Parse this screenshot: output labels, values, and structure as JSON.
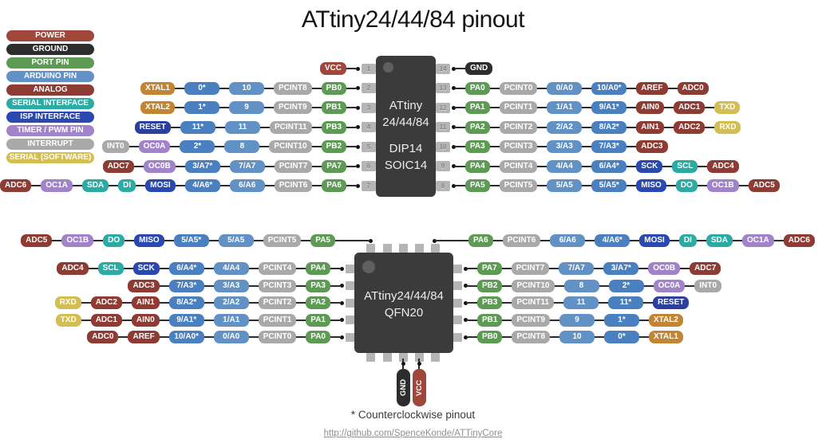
{
  "title": "ATtiny24/44/84 pinout",
  "colors": {
    "power": "#a0463a",
    "ground": "#2d2d2d",
    "port": "#5d9b55",
    "arduino": "#6191c5",
    "arduino_ccw": "#4a80c0",
    "analog": "#8e3b33",
    "serial": "#2caaa4",
    "isp": "#2a49b0",
    "reset": "#2c3f9f",
    "timer": "#a183c9",
    "interrupt": "#a9a9a9",
    "softserial": "#d2be52",
    "xtal": "#c28534",
    "chip_body": "#3b3b3b",
    "pin_stub": "#b5b5b5",
    "wire": "#2b2b2b"
  },
  "legend": [
    {
      "label": "POWER",
      "color": "power"
    },
    {
      "label": "GROUND",
      "color": "ground"
    },
    {
      "label": "PORT PIN",
      "color": "port"
    },
    {
      "label": "ARDUINO PIN",
      "color": "arduino"
    },
    {
      "label": "ANALOG",
      "color": "analog"
    },
    {
      "label": "SERIAL INTERFACE",
      "color": "serial"
    },
    {
      "label": "ISP INTERFACE",
      "color": "isp"
    },
    {
      "label": "TIMER / PWM PIN",
      "color": "timer"
    },
    {
      "label": "INTERRUPT",
      "color": "interrupt"
    },
    {
      "label": "SERIAL (SOFTWARE)",
      "color": "softserial"
    }
  ],
  "dip": {
    "line1": "ATtiny",
    "line2": "24/44/84",
    "line3": "DIP14",
    "line4": "SOIC14",
    "left_pins": [
      "1",
      "2",
      "3",
      "4",
      "5",
      "6",
      "7"
    ],
    "right_pins": [
      "14",
      "13",
      "12",
      "11",
      "10",
      "9",
      "8"
    ],
    "left_rows": [
      [
        {
          "t": "VCC",
          "c": "power"
        }
      ],
      [
        {
          "t": "XTAL1",
          "c": "xtal"
        },
        {
          "t": "0*",
          "c": "arduino_ccw"
        },
        {
          "t": "10",
          "c": "arduino"
        },
        {
          "t": "PCINT8",
          "c": "interrupt"
        },
        {
          "t": "PB0",
          "c": "port"
        }
      ],
      [
        {
          "t": "XTAL2",
          "c": "xtal"
        },
        {
          "t": "1*",
          "c": "arduino_ccw"
        },
        {
          "t": "9",
          "c": "arduino"
        },
        {
          "t": "PCINT9",
          "c": "interrupt"
        },
        {
          "t": "PB1",
          "c": "port"
        }
      ],
      [
        {
          "t": "RESET",
          "c": "reset"
        },
        {
          "t": "11*",
          "c": "arduino_ccw"
        },
        {
          "t": "11",
          "c": "arduino"
        },
        {
          "t": "PCINT11",
          "c": "interrupt"
        },
        {
          "t": "PB3",
          "c": "port"
        }
      ],
      [
        {
          "t": "INT0",
          "c": "interrupt"
        },
        {
          "t": "OC0A",
          "c": "timer"
        },
        {
          "t": "2*",
          "c": "arduino_ccw"
        },
        {
          "t": "8",
          "c": "arduino"
        },
        {
          "t": "PCINT10",
          "c": "interrupt"
        },
        {
          "t": "PB2",
          "c": "port"
        }
      ],
      [
        {
          "t": "ADC7",
          "c": "analog"
        },
        {
          "t": "OC0B",
          "c": "timer"
        },
        {
          "t": "3/A7*",
          "c": "arduino_ccw"
        },
        {
          "t": "7/A7",
          "c": "arduino"
        },
        {
          "t": "PCINT7",
          "c": "interrupt"
        },
        {
          "t": "PA7",
          "c": "port"
        }
      ],
      [
        {
          "t": "ADC6",
          "c": "analog"
        },
        {
          "t": "OC1A",
          "c": "timer"
        },
        {
          "t": "SDA",
          "c": "serial"
        },
        {
          "t": "DI",
          "c": "serial"
        },
        {
          "t": "MOSI",
          "c": "isp"
        },
        {
          "t": "4/A6*",
          "c": "arduino_ccw"
        },
        {
          "t": "6/A6",
          "c": "arduino"
        },
        {
          "t": "PCINT6",
          "c": "interrupt"
        },
        {
          "t": "PA6",
          "c": "port"
        }
      ]
    ],
    "right_rows": [
      [
        {
          "t": "GND",
          "c": "ground"
        }
      ],
      [
        {
          "t": "PA0",
          "c": "port"
        },
        {
          "t": "PCINT0",
          "c": "interrupt"
        },
        {
          "t": "0/A0",
          "c": "arduino"
        },
        {
          "t": "10/A0*",
          "c": "arduino_ccw"
        },
        {
          "t": "AREF",
          "c": "analog"
        },
        {
          "t": "ADC0",
          "c": "analog"
        }
      ],
      [
        {
          "t": "PA1",
          "c": "port"
        },
        {
          "t": "PCINT1",
          "c": "interrupt"
        },
        {
          "t": "1/A1",
          "c": "arduino"
        },
        {
          "t": "9/A1*",
          "c": "arduino_ccw"
        },
        {
          "t": "AIN0",
          "c": "analog"
        },
        {
          "t": "ADC1",
          "c": "analog"
        },
        {
          "t": "TXD",
          "c": "softserial"
        }
      ],
      [
        {
          "t": "PA2",
          "c": "port"
        },
        {
          "t": "PCINT2",
          "c": "interrupt"
        },
        {
          "t": "2/A2",
          "c": "arduino"
        },
        {
          "t": "8/A2*",
          "c": "arduino_ccw"
        },
        {
          "t": "AIN1",
          "c": "analog"
        },
        {
          "t": "ADC2",
          "c": "analog"
        },
        {
          "t": "RXD",
          "c": "softserial"
        }
      ],
      [
        {
          "t": "PA3",
          "c": "port"
        },
        {
          "t": "PCINT3",
          "c": "interrupt"
        },
        {
          "t": "3/A3",
          "c": "arduino"
        },
        {
          "t": "7/A3*",
          "c": "arduino_ccw"
        },
        {
          "t": "ADC3",
          "c": "analog"
        }
      ],
      [
        {
          "t": "PA4",
          "c": "port"
        },
        {
          "t": "PCINT4",
          "c": "interrupt"
        },
        {
          "t": "4/A4",
          "c": "arduino"
        },
        {
          "t": "6/A4*",
          "c": "arduino_ccw"
        },
        {
          "t": "SCK",
          "c": "isp"
        },
        {
          "t": "SCL",
          "c": "serial"
        },
        {
          "t": "ADC4",
          "c": "analog"
        }
      ],
      [
        {
          "t": "PA5",
          "c": "port"
        },
        {
          "t": "PCINT5",
          "c": "interrupt"
        },
        {
          "t": "5/A5",
          "c": "arduino"
        },
        {
          "t": "5/A5*",
          "c": "arduino_ccw"
        },
        {
          "t": "MISO",
          "c": "isp"
        },
        {
          "t": "DO",
          "c": "serial"
        },
        {
          "t": "OC1B",
          "c": "timer"
        },
        {
          "t": "ADC5",
          "c": "analog"
        }
      ]
    ]
  },
  "qfn": {
    "line1": "ATtiny24/44/84",
    "line2": "QFN20",
    "left_rows": [
      [
        {
          "t": "ADC5",
          "c": "analog"
        },
        {
          "t": "OC1B",
          "c": "timer"
        },
        {
          "t": "DO",
          "c": "serial"
        },
        {
          "t": "MISO",
          "c": "isp"
        },
        {
          "t": "5/A5*",
          "c": "arduino_ccw"
        },
        {
          "t": "5/A5",
          "c": "arduino"
        },
        {
          "t": "PCINT5",
          "c": "interrupt"
        },
        {
          "t": "PA5",
          "c": "port"
        }
      ],
      [
        {
          "t": "ADC4",
          "c": "analog"
        },
        {
          "t": "SCL",
          "c": "serial"
        },
        {
          "t": "SCK",
          "c": "isp"
        },
        {
          "t": "6/A4*",
          "c": "arduino_ccw"
        },
        {
          "t": "4/A4",
          "c": "arduino"
        },
        {
          "t": "PCINT4",
          "c": "interrupt"
        },
        {
          "t": "PA4",
          "c": "port"
        }
      ],
      [
        {
          "t": "ADC3",
          "c": "analog"
        },
        {
          "t": "7/A3*",
          "c": "arduino_ccw"
        },
        {
          "t": "3/A3",
          "c": "arduino"
        },
        {
          "t": "PCINT3",
          "c": "interrupt"
        },
        {
          "t": "PA3",
          "c": "port"
        }
      ],
      [
        {
          "t": "RXD",
          "c": "softserial"
        },
        {
          "t": "ADC2",
          "c": "analog"
        },
        {
          "t": "AIN1",
          "c": "analog"
        },
        {
          "t": "8/A2*",
          "c": "arduino_ccw"
        },
        {
          "t": "2/A2",
          "c": "arduino"
        },
        {
          "t": "PCINT2",
          "c": "interrupt"
        },
        {
          "t": "PA2",
          "c": "port"
        }
      ],
      [
        {
          "t": "TXD",
          "c": "softserial"
        },
        {
          "t": "ADC1",
          "c": "analog"
        },
        {
          "t": "AIN0",
          "c": "analog"
        },
        {
          "t": "9/A1*",
          "c": "arduino_ccw"
        },
        {
          "t": "1/A1",
          "c": "arduino"
        },
        {
          "t": "PCINT1",
          "c": "interrupt"
        },
        {
          "t": "PA1",
          "c": "port"
        }
      ],
      [
        {
          "t": "ADC0",
          "c": "analog"
        },
        {
          "t": "AREF",
          "c": "analog"
        },
        {
          "t": "10/A0*",
          "c": "arduino_ccw"
        },
        {
          "t": "0/A0",
          "c": "arduino"
        },
        {
          "t": "PCINT0",
          "c": "interrupt"
        },
        {
          "t": "PA0",
          "c": "port"
        }
      ]
    ],
    "right_rows": [
      [
        {
          "t": "PA6",
          "c": "port"
        },
        {
          "t": "PCINT6",
          "c": "interrupt"
        },
        {
          "t": "6/A6",
          "c": "arduino"
        },
        {
          "t": "4/A6*",
          "c": "arduino_ccw"
        },
        {
          "t": "MOSI",
          "c": "isp"
        },
        {
          "t": "DI",
          "c": "serial"
        },
        {
          "t": "SDA",
          "c": "serial"
        },
        {
          "t": "OC1A",
          "c": "timer"
        },
        {
          "t": "ADC6",
          "c": "analog"
        }
      ],
      [
        {
          "t": "PA7",
          "c": "port"
        },
        {
          "t": "PCINT7",
          "c": "interrupt"
        },
        {
          "t": "7/A7",
          "c": "arduino"
        },
        {
          "t": "3/A7*",
          "c": "arduino_ccw"
        },
        {
          "t": "OC0B",
          "c": "timer"
        },
        {
          "t": "ADC7",
          "c": "analog"
        }
      ],
      [
        {
          "t": "PB2",
          "c": "port"
        },
        {
          "t": "PCINT10",
          "c": "interrupt"
        },
        {
          "t": "8",
          "c": "arduino"
        },
        {
          "t": "2*",
          "c": "arduino_ccw"
        },
        {
          "t": "OC0A",
          "c": "timer"
        },
        {
          "t": "INT0",
          "c": "interrupt"
        }
      ],
      [
        {
          "t": "PB3",
          "c": "port"
        },
        {
          "t": "PCINT11",
          "c": "interrupt"
        },
        {
          "t": "11",
          "c": "arduino"
        },
        {
          "t": "11*",
          "c": "arduino_ccw"
        },
        {
          "t": "RESET",
          "c": "reset"
        }
      ],
      [
        {
          "t": "PB1",
          "c": "port"
        },
        {
          "t": "PCINT9",
          "c": "interrupt"
        },
        {
          "t": "9",
          "c": "arduino"
        },
        {
          "t": "1*",
          "c": "arduino_ccw"
        },
        {
          "t": "XTAL2",
          "c": "xtal"
        }
      ],
      [
        {
          "t": "PB0",
          "c": "port"
        },
        {
          "t": "PCINT8",
          "c": "interrupt"
        },
        {
          "t": "10",
          "c": "arduino"
        },
        {
          "t": "0*",
          "c": "arduino_ccw"
        },
        {
          "t": "XTAL1",
          "c": "xtal"
        }
      ]
    ],
    "bottom_labels": [
      {
        "t": "GND",
        "c": "ground"
      },
      {
        "t": "VCC",
        "c": "power"
      }
    ]
  },
  "footer": {
    "note": "* Counterclockwise pinout",
    "link": "http://github.com/SpenceKonde/ATTinyCore"
  }
}
